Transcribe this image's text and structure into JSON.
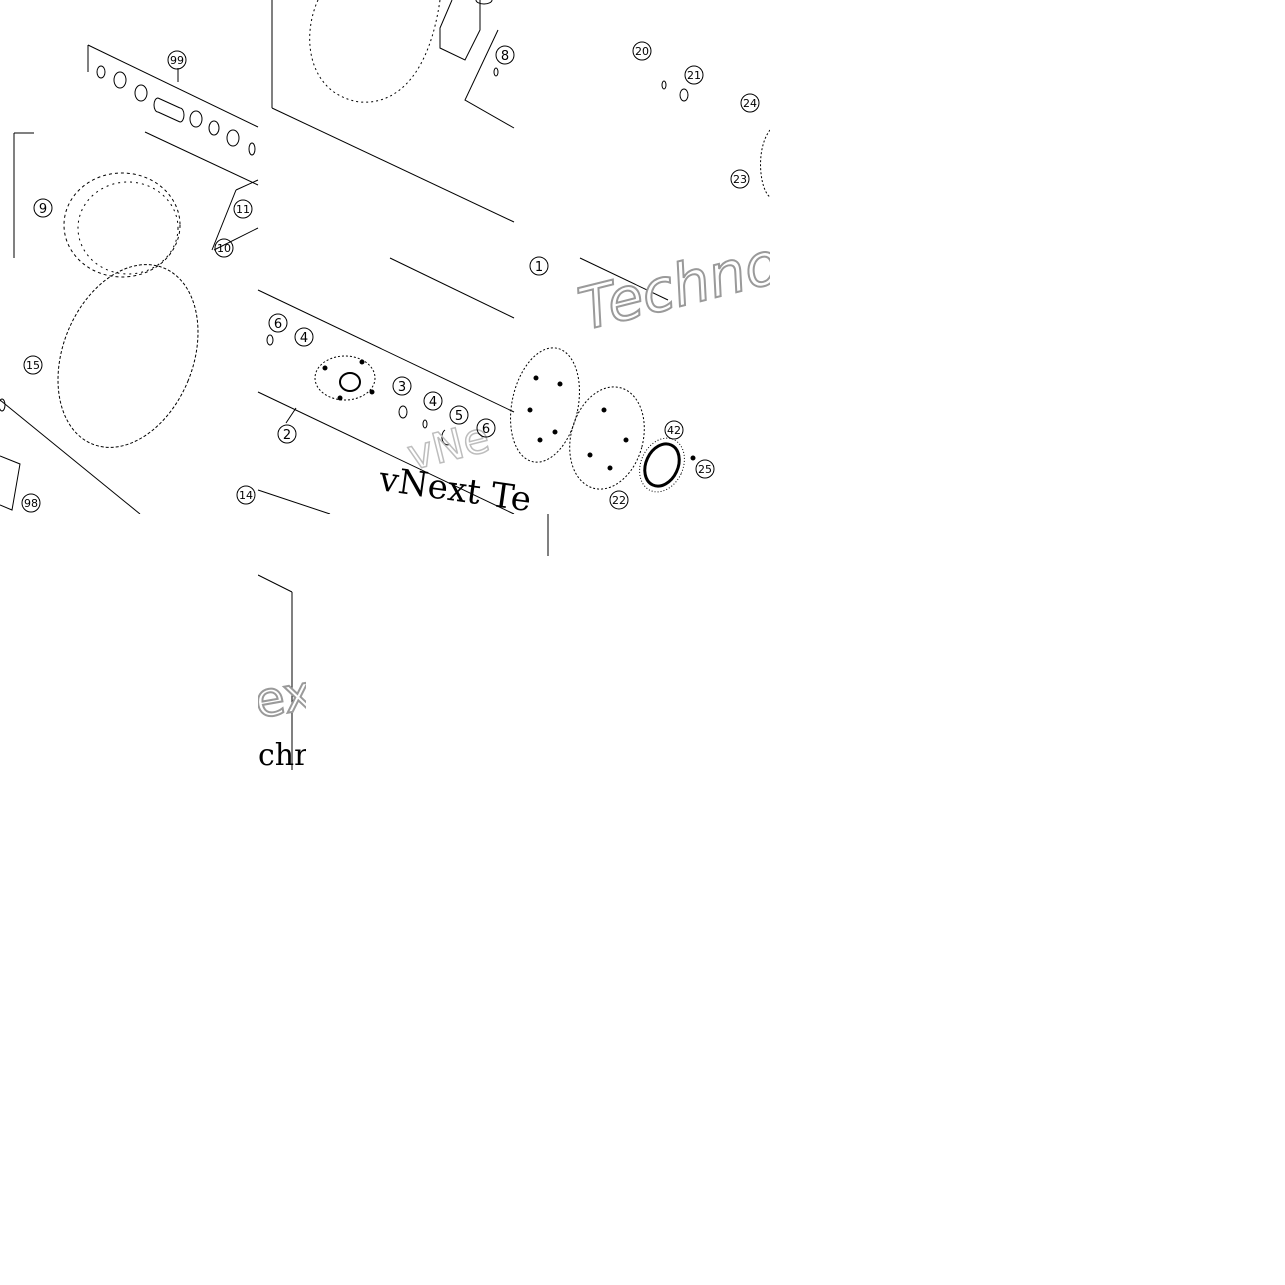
{
  "diagram": {
    "callouts": {
      "c99": "99",
      "c8": "8",
      "c20": "20",
      "c21": "21",
      "c24": "24",
      "c23": "23",
      "c9": "9",
      "c11": "11",
      "c10": "10",
      "c1": "1",
      "c15": "15",
      "c6a": "6",
      "c4a": "4",
      "c3": "3",
      "c4b": "4",
      "c5": "5",
      "c6b": "6",
      "c2": "2",
      "c42": "42",
      "c25": "25",
      "c22": "22",
      "c14": "14",
      "c98": "98"
    },
    "watermarks": {
      "techno_top": "Techno",
      "vnext_mid": "vNext Te",
      "vn_outline": "vNe",
      "ex_frag": "ex",
      "chr_frag": "chr"
    },
    "colors": {
      "line": "#000000",
      "watermark_stroke": "#9a9a9a",
      "background": "#ffffff"
    }
  }
}
